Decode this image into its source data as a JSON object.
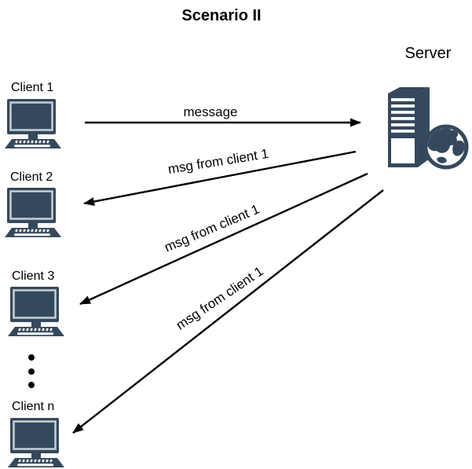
{
  "title": "Scenario II",
  "server": {
    "label": "Server",
    "icon": "server-tower-with-globe-icon"
  },
  "clients": [
    {
      "label": "Client 1",
      "icon": "desktop-computer-icon"
    },
    {
      "label": "Client 2",
      "icon": "desktop-computer-icon"
    },
    {
      "label": "Client 3",
      "icon": "desktop-computer-icon"
    },
    {
      "label": "Client n",
      "icon": "desktop-computer-icon"
    }
  ],
  "ellipsis": {
    "icon": "vertical-ellipsis-dots",
    "between": [
      "Client 3",
      "Client n"
    ]
  },
  "messages": [
    {
      "label": "message",
      "from": "Client 1",
      "to": "Server",
      "direction": "right"
    },
    {
      "label": "msg from client 1",
      "from": "Server",
      "to": "Client 2",
      "direction": "left"
    },
    {
      "label": "msg from client 1",
      "from": "Server",
      "to": "Client 3",
      "direction": "left"
    },
    {
      "label": "msg from client 1",
      "from": "Server",
      "to": "Client n",
      "direction": "left"
    }
  ],
  "colors": {
    "icon_fill": "#35495C",
    "arrow": "#000000",
    "background": "#FFFFFF"
  }
}
